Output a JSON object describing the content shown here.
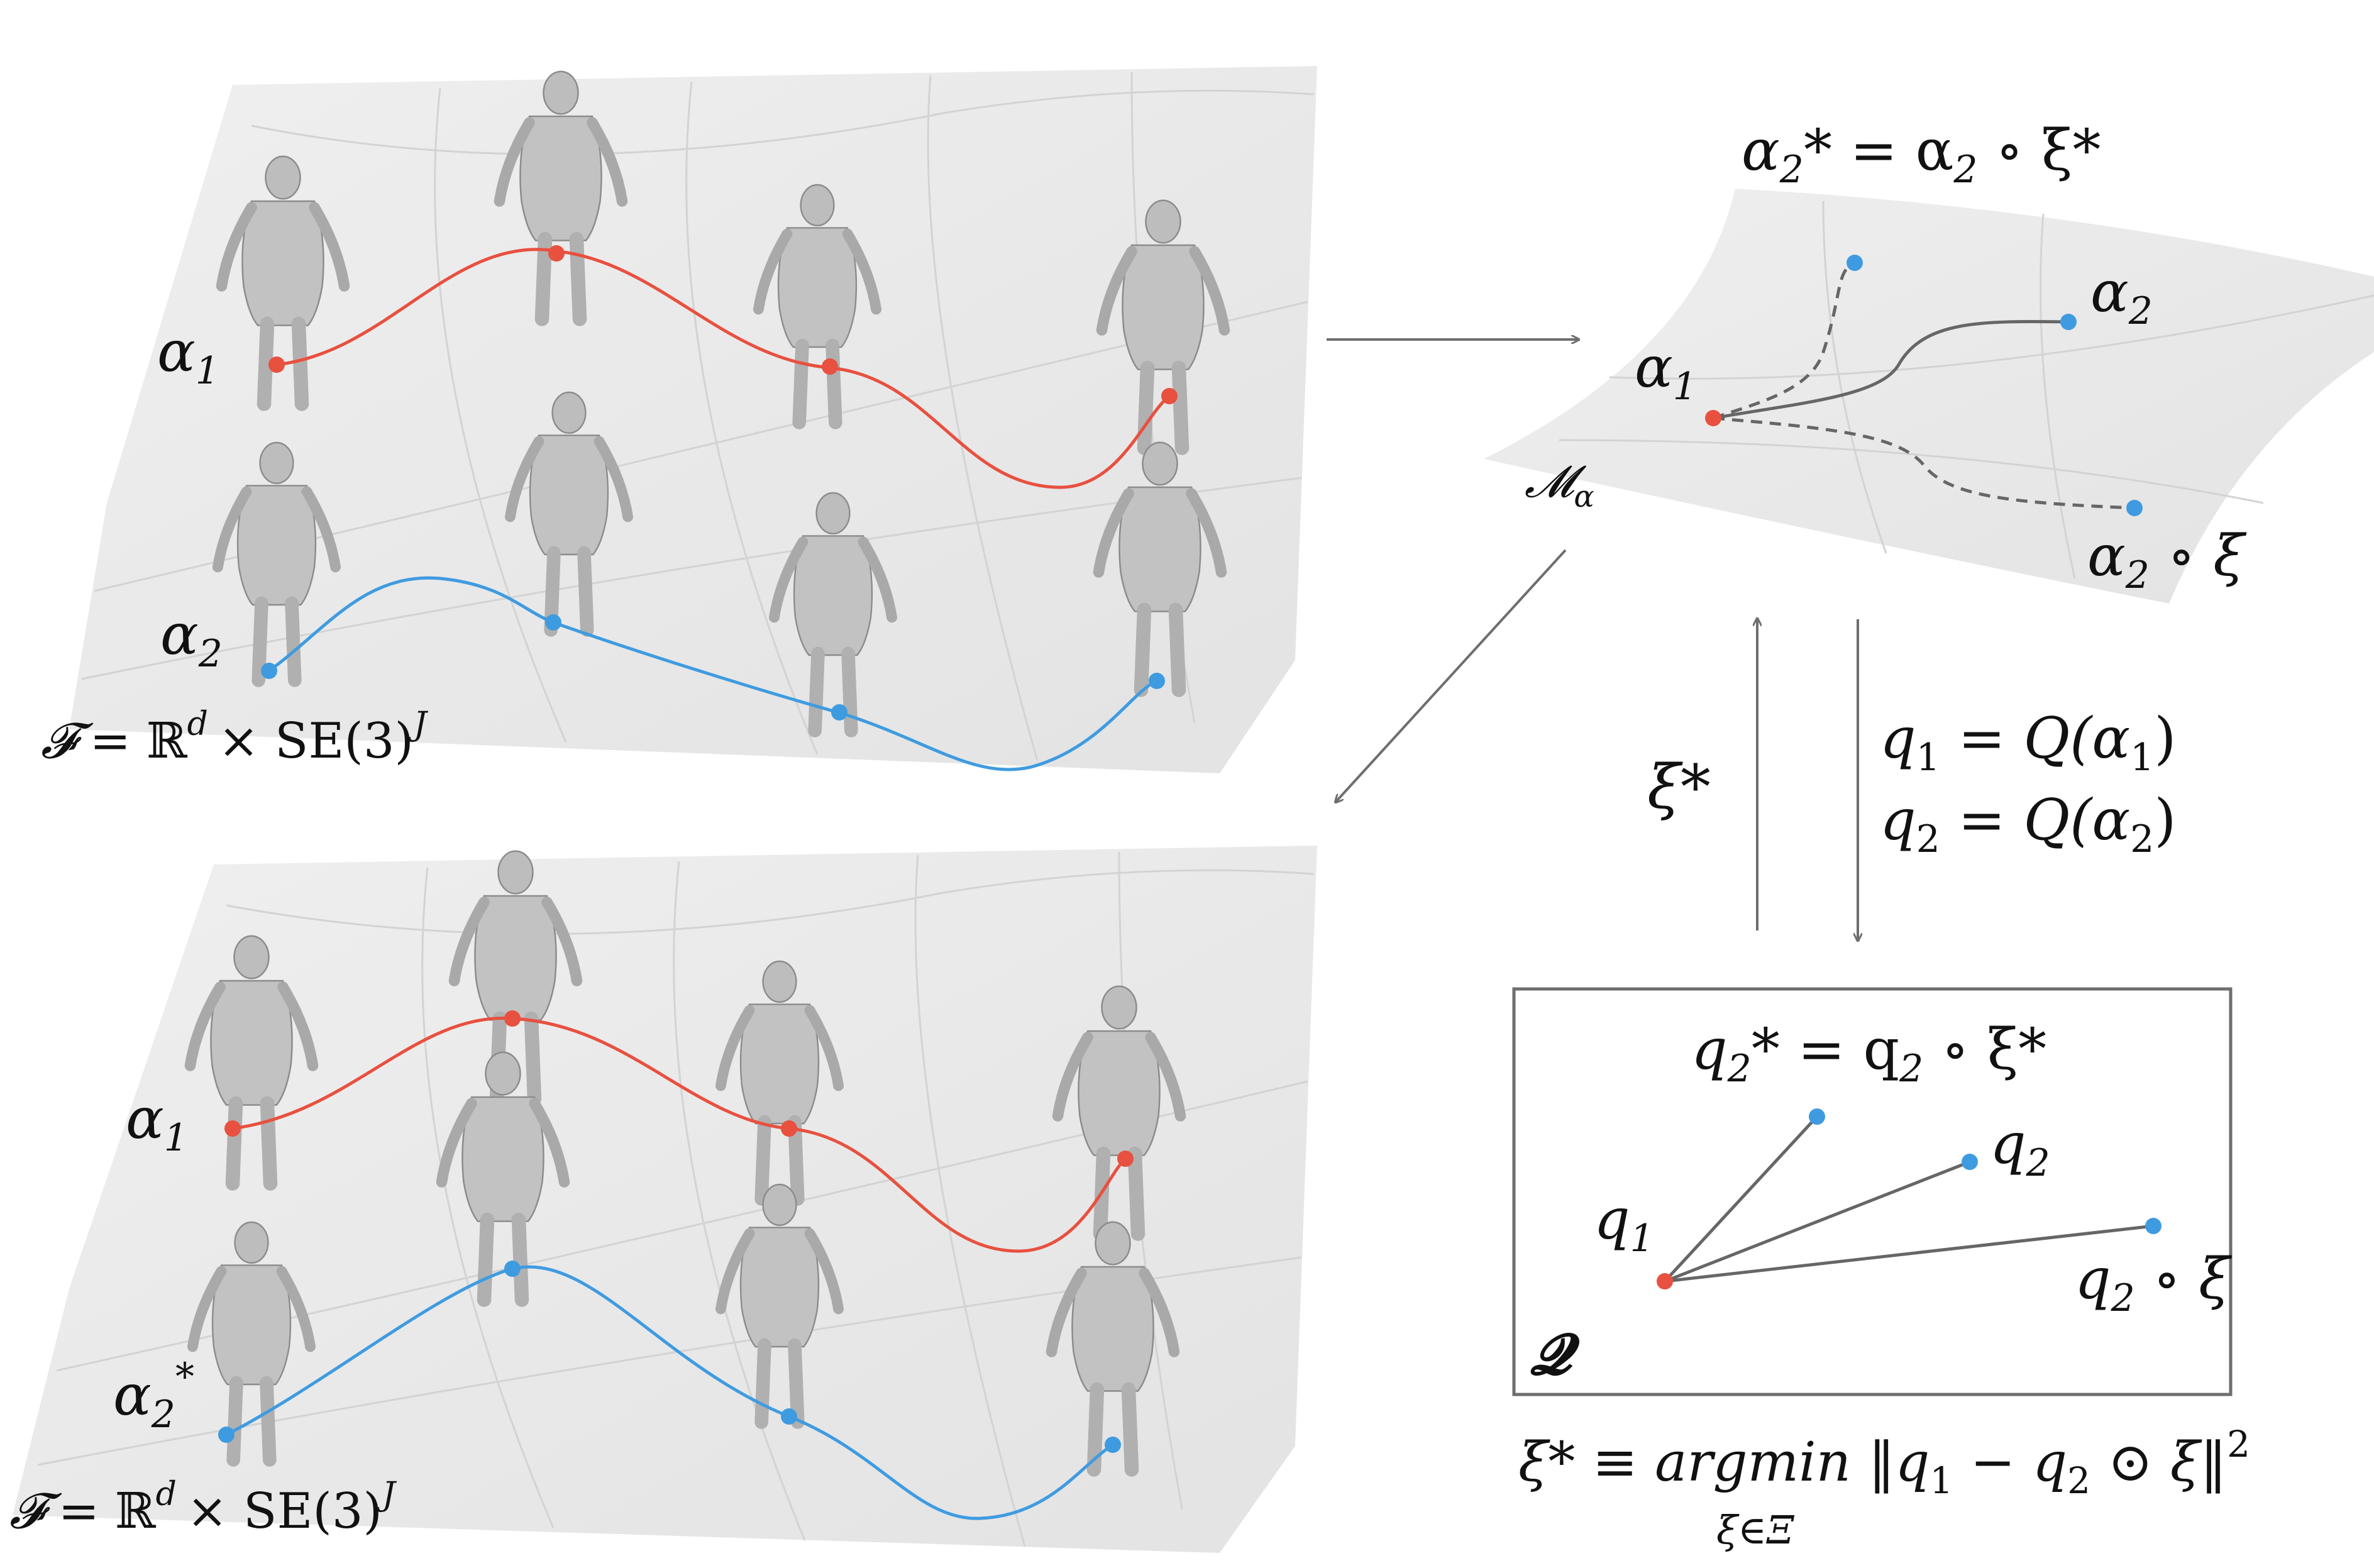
{
  "colors": {
    "curve_a1": "#e8503f",
    "curve_a2": "#3f9be0",
    "surface": "#ececec",
    "arrow": "#6e6e6e",
    "body": "#b9b9b9"
  },
  "top_panel": {
    "label_a1": "α",
    "label_a1_sub": "1",
    "label_a2": "α",
    "label_a2_sub": "2",
    "formula_F": "𝓕",
    "formula_eq": "= ℝ",
    "formula_d": "d",
    "formula_times": "× SE(3)",
    "formula_J": "J"
  },
  "bottom_panel": {
    "label_a1": "α",
    "label_a1_sub": "1",
    "label_a2": "α",
    "label_a2_sub": "2",
    "label_a2_star": "*",
    "formula_F": "𝓕",
    "formula_eq": "= ℝ",
    "formula_d": "d",
    "formula_times": "× SE(3)",
    "formula_J": "J"
  },
  "manifold_panel": {
    "title_a": "α",
    "title_sub": "2",
    "title_rest": "* = α",
    "title_sub2": "2",
    "title_end": " ∘ ξ*",
    "label_a1": "α",
    "label_a1_sub": "1",
    "label_a2": "α",
    "label_a2_sub": "2",
    "label_a2xi": "α",
    "label_a2xi_sub": "2",
    "label_a2xi_end": " ∘ ξ",
    "label_M": "𝓜",
    "label_M_sub": "α"
  },
  "mapping": {
    "xi_star": "ξ*",
    "q1_eq_a": "q",
    "q1_sub": "1",
    "q1_eq_b": " = Q(α",
    "q1_sub2": "1",
    "q1_end": ")",
    "q2_eq_a": "q",
    "q2_sub": "2",
    "q2_eq_b": " = Q(α",
    "q2_sub2": "2",
    "q2_end": ")"
  },
  "q_panel": {
    "title_q": "q",
    "title_sub": "2",
    "title_rest": "* = q",
    "title_sub2": "2",
    "title_end": " ∘ ξ*",
    "label_q1": "q",
    "label_q1_sub": "1",
    "label_q2": "q",
    "label_q2_sub": "2",
    "label_q2xi": "q",
    "label_q2xi_sub": "2",
    "label_q2xi_end": " ∘ ξ",
    "label_Q": "𝓠"
  },
  "formula_bottom": {
    "lhs": "ξ* ≡ argmin ‖q",
    "sub1": "1",
    "mid": " − q",
    "sub2": "2",
    "rhs": " ⊙ ξ‖",
    "sup": "2",
    "under": "ξ∈Ξ"
  }
}
